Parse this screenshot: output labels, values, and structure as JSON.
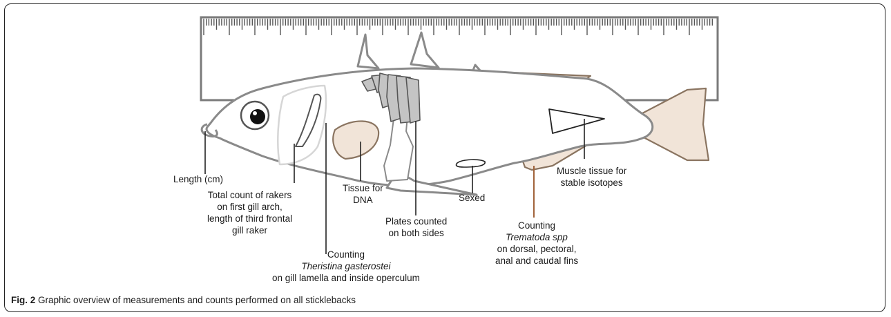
{
  "labels": {
    "length": "Length (cm)",
    "rakers": [
      "Total count of rakers",
      "on first gill arch,",
      "length of third frontal",
      "gill raker"
    ],
    "theristina": {
      "line1": "Counting",
      "species": "Theristina gasterostei",
      "line3": "on gill lamella and inside operculum"
    },
    "dna": [
      "Tissue for",
      "DNA"
    ],
    "plates": [
      "Plates counted",
      "on both sides"
    ],
    "sexed": "Sexed",
    "trematoda": {
      "line1": "Counting",
      "species": "Trematoda spp",
      "line3": "on dorsal, pectoral,",
      "line4": "anal and caudal fins"
    },
    "muscle": [
      "Muscle tissue for",
      "stable isotopes"
    ]
  },
  "caption": {
    "prefix": "Fig. 2",
    "text": " Graphic overview of measurements and counts performed on all sticklebacks"
  },
  "colors": {
    "outline": "#8a8a8a",
    "fin_fill": "#f1e4d8",
    "fin_stroke": "#8a7460",
    "plate_fill": "#c4c4c4",
    "trematoda_line": "#a0623a"
  }
}
